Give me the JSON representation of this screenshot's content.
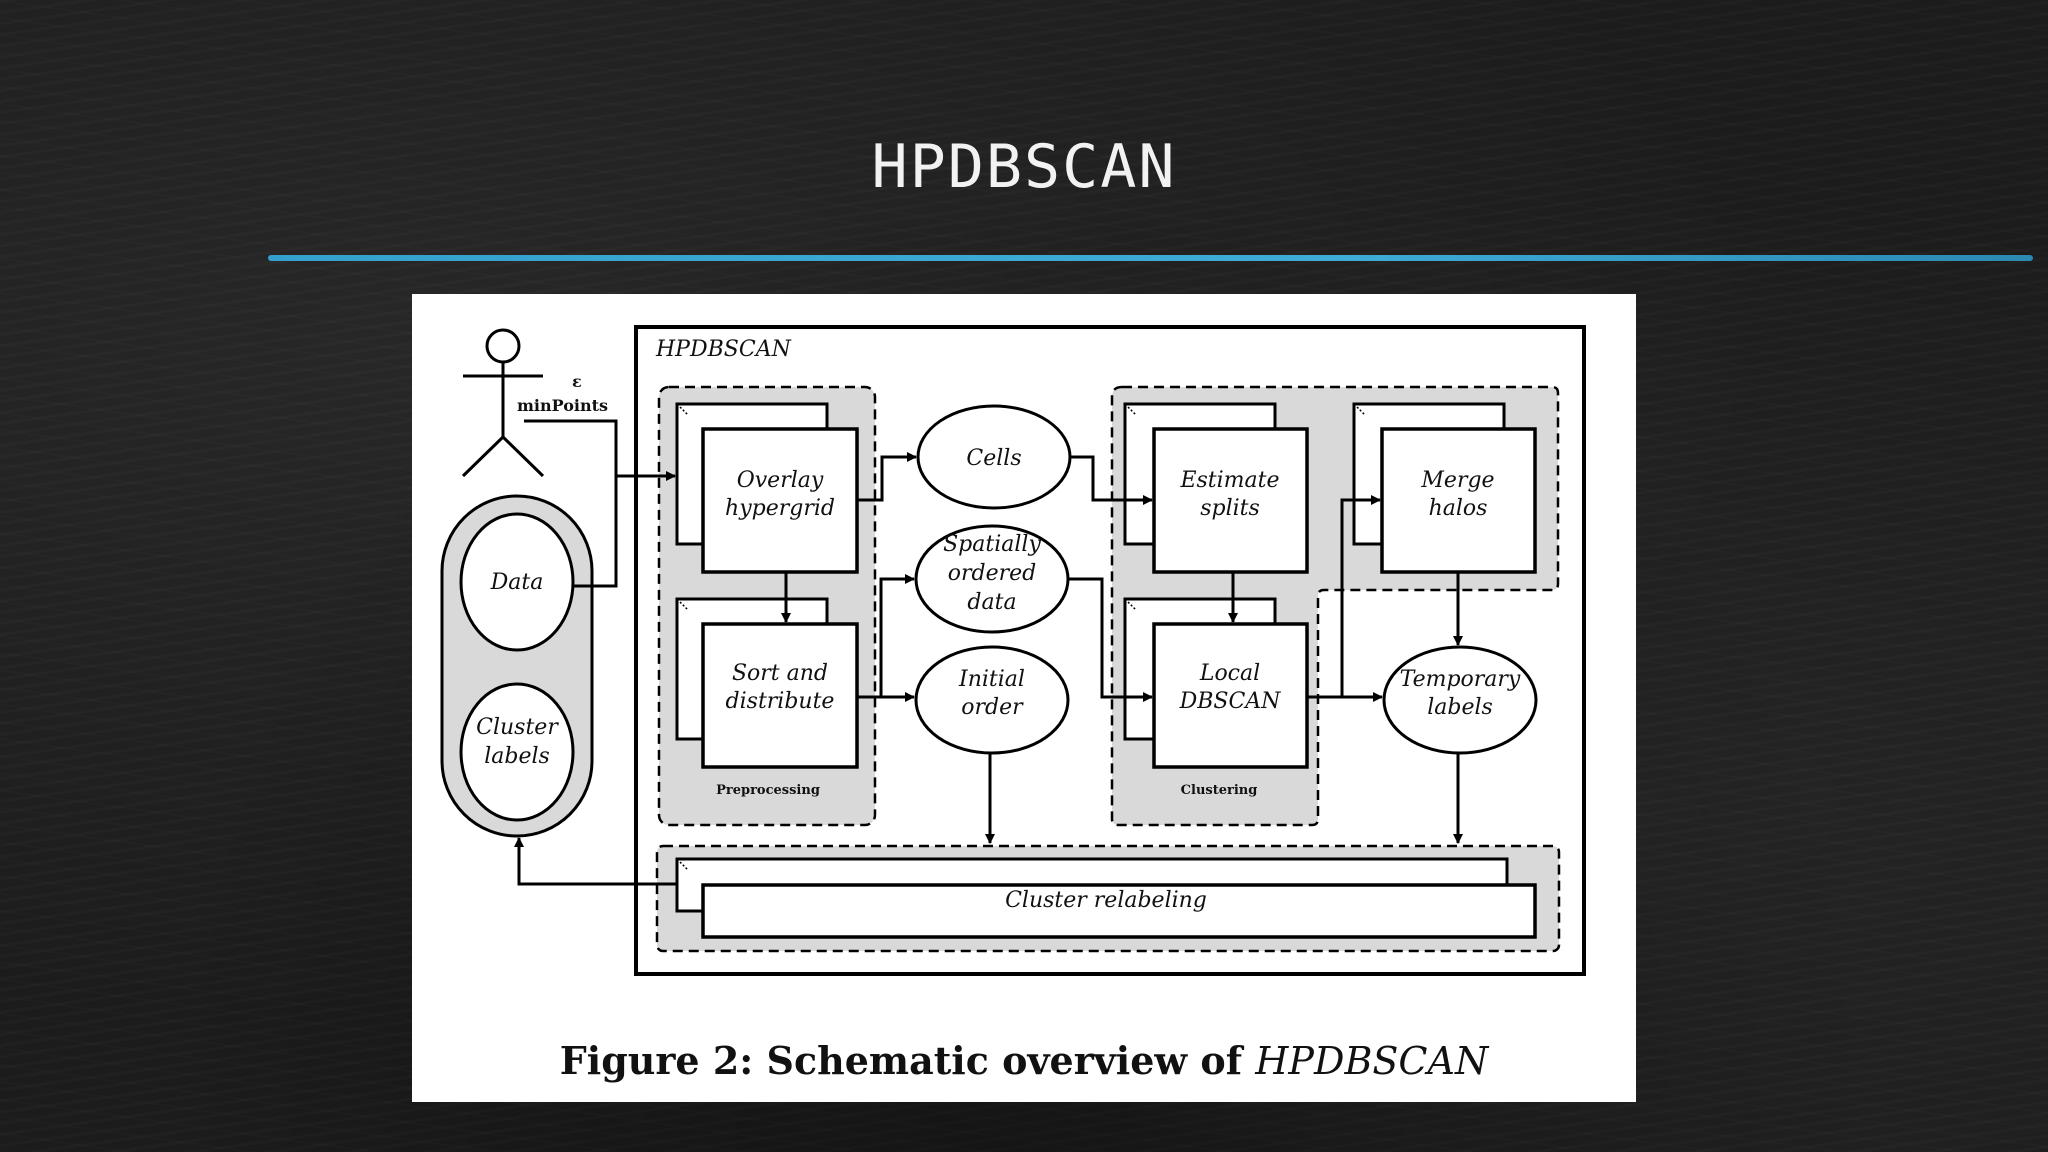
{
  "slide": {
    "title": "HPDBSCAN"
  },
  "diagram": {
    "frame_title": "HPDBSCAN",
    "actor": {
      "epsilon": "ε",
      "min_points": "minPoints"
    },
    "storage": {
      "data": "Data",
      "cluster_labels": [
        "Cluster",
        "labels"
      ]
    },
    "preprocessing": {
      "label": "Preprocessing",
      "overlay": [
        "Overlay",
        "hypergrid"
      ],
      "sort": [
        "Sort and",
        "distribute"
      ]
    },
    "intermediate": {
      "cells": "Cells",
      "spatially": [
        "Spatially",
        "ordered",
        "data"
      ],
      "initial": [
        "Initial",
        "order"
      ]
    },
    "clustering": {
      "label": "Clustering",
      "estimate": [
        "Estimate",
        "splits"
      ],
      "local": [
        "Local",
        "DBSCAN"
      ],
      "merge": [
        "Merge",
        "halos"
      ]
    },
    "temporary": [
      "Temporary",
      "labels"
    ],
    "relabel": "Cluster relabeling"
  },
  "caption": {
    "prefix": "Figure 2:  Schematic overview of ",
    "emphasis": "HPDBSCAN"
  },
  "colors": {
    "accent_rule": "#35a7d6",
    "group_fill": "#d9d9d9",
    "background": "#1c1c1c"
  }
}
